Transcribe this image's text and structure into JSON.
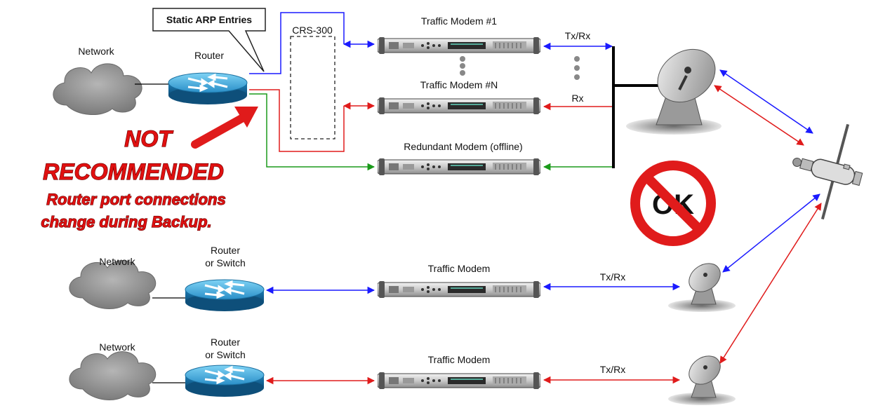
{
  "callout": {
    "text": "Static ARP Entries"
  },
  "crs": {
    "label": "CRS-300"
  },
  "top_section": {
    "network_label": "Network",
    "router_label": "Router",
    "modems": [
      {
        "label": "Traffic Modem #1"
      },
      {
        "label": "Traffic Modem #N"
      },
      {
        "label": "Redundant Modem (offline)"
      }
    ],
    "link_txrx": "Tx/Rx",
    "link_rx": "Rx"
  },
  "warning": {
    "line1": "NOT",
    "line2": "RECOMMENDED",
    "line3": "Router port connections",
    "line4": "change during Backup."
  },
  "ok_sign": {
    "text": "OK"
  },
  "rows": [
    {
      "network_label": "Network",
      "router_label_1": "Router",
      "router_label_2": "or Switch",
      "modem_label": "Traffic Modem",
      "link_label": "Tx/Rx",
      "color": "#1a1aff"
    },
    {
      "network_label": "Network",
      "router_label_1": "Router",
      "router_label_2": "or Switch",
      "modem_label": "Traffic Modem",
      "link_label": "Tx/Rx",
      "color": "#e01b1b"
    }
  ],
  "colors": {
    "blue": "#1a1aff",
    "red": "#e01b1b",
    "green": "#1a9a1a",
    "black": "#000000"
  }
}
